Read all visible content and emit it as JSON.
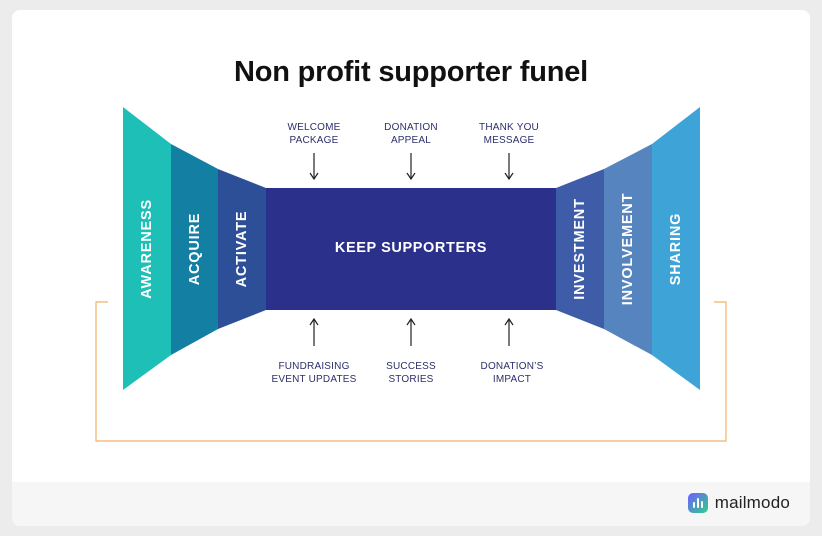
{
  "title": "Non profit supporter funel",
  "stages_left": [
    {
      "label": "AWARENESS",
      "color": "#1dbfb6"
    },
    {
      "label": "ACQUIRE",
      "color": "#127fa3"
    },
    {
      "label": "ACTIVATE",
      "color": "#2d4f97"
    }
  ],
  "center": {
    "label": "KEEP SUPPORTERS",
    "color": "#2b318b"
  },
  "stages_right": [
    {
      "label": "INVESTMENT",
      "color": "#3e5ca8"
    },
    {
      "label": "INVOLVEMENT",
      "color": "#5584bf"
    },
    {
      "label": "SHARING",
      "color": "#3ea4d8"
    }
  ],
  "top_inputs": [
    {
      "line1": "WELCOME",
      "line2": "PACKAGE"
    },
    {
      "line1": "DONATION",
      "line2": "APPEAL"
    },
    {
      "line1": "THANK YOU",
      "line2": "MESSAGE"
    }
  ],
  "bottom_inputs": [
    {
      "line1": "FUNDRAISING",
      "line2": "EVENT UPDATES"
    },
    {
      "line1": "SUCCESS",
      "line2": "STORIES"
    },
    {
      "line1": "DONATION’S",
      "line2": "IMPACT"
    }
  ],
  "loop_color": "#f2b06a",
  "arrow_color": "#222222",
  "brand": {
    "name": "mailmodo",
    "icon": "mailmodo-logo-icon"
  }
}
